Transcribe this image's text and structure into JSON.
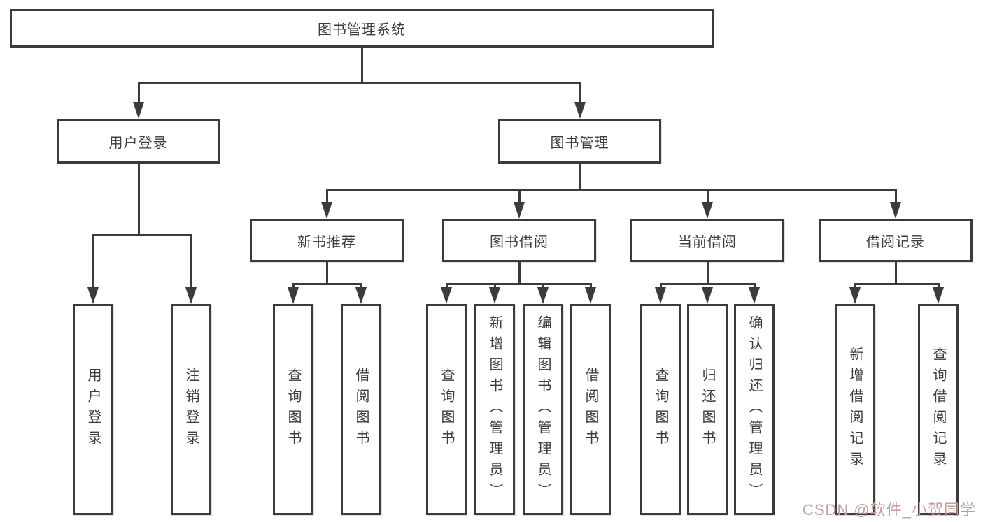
{
  "colors": {
    "line": "#3b3b3b",
    "text": "#3d3d3d",
    "box_bg": "#ffffff",
    "page_bg": "#ffffff",
    "watermark": "#c49d9d"
  },
  "nodes": {
    "root": {
      "label": "图书管理系统"
    },
    "user_login": {
      "label": "用户登录"
    },
    "book_management": {
      "label": "图书管理"
    },
    "new_book_recommend": {
      "label": "新书推荐"
    },
    "book_borrow": {
      "label": "图书借阅"
    },
    "current_borrow": {
      "label": "当前借阅"
    },
    "borrow_records": {
      "label": "借阅记录"
    }
  },
  "leaves": {
    "user_login": {
      "label": "用户登录"
    },
    "logout": {
      "label": "注销登录"
    },
    "rec_query_books": {
      "label": "查询图书"
    },
    "rec_borrow_books": {
      "label": "借阅图书"
    },
    "bb_query_books": {
      "label": "查询图书"
    },
    "bb_add_books": {
      "label": "新增图书（管理员）"
    },
    "bb_edit_books": {
      "label": "编辑图书（管理员）"
    },
    "bb_borrow_books": {
      "label": "借阅图书"
    },
    "cb_query_books": {
      "label": "查询图书"
    },
    "cb_return_books": {
      "label": "归还图书"
    },
    "cb_confirm_return": {
      "label": "确认归还（管理员）"
    },
    "br_add_record": {
      "label": "新增借阅记录"
    },
    "br_query_record": {
      "label": "查询借阅记录"
    }
  },
  "watermark": {
    "text": "CSDN @软件_小贺同学"
  }
}
